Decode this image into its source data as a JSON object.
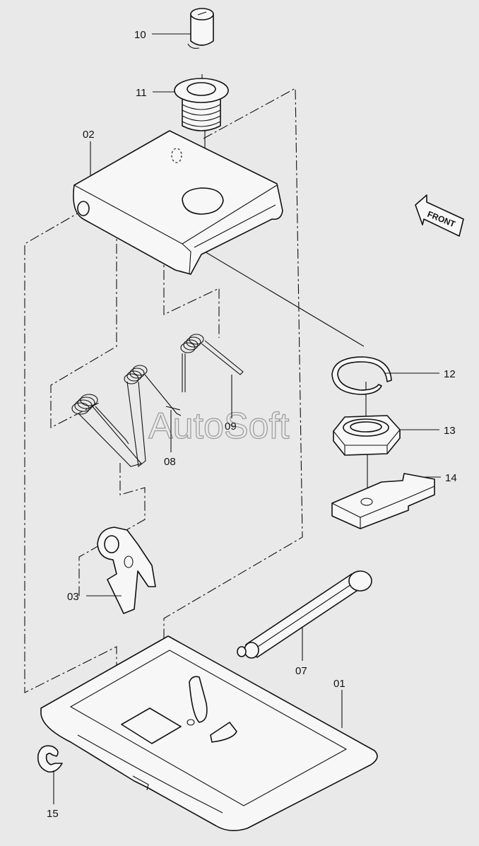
{
  "labels": {
    "p01": "01",
    "p02": "02",
    "p03": "03",
    "p07": "07",
    "p08": "08",
    "p09": "09",
    "p10": "10",
    "p11": "11",
    "p12": "12",
    "p13": "13",
    "p14": "14",
    "p15": "15"
  },
  "front_arrow": "FRONT",
  "watermark": "AutoSoft"
}
